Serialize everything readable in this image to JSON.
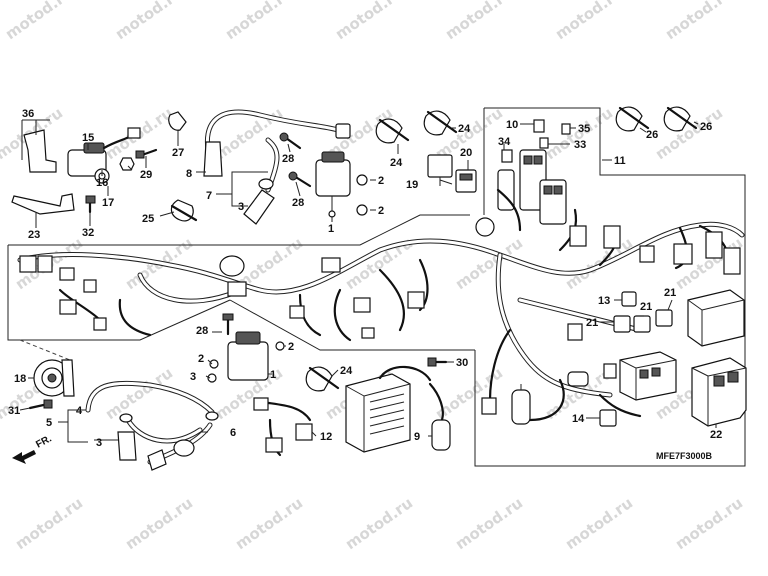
{
  "diagram_code": "MFE7F3000B",
  "direction_label": "FR.",
  "watermark": "motod.ru",
  "callouts": {
    "c1a": "1",
    "c1b": "1",
    "c2a": "2",
    "c2b": "2",
    "c2c": "2",
    "c2d": "2",
    "c3a": "3",
    "c3b": "3",
    "c4": "4",
    "c5": "5",
    "c6": "6",
    "c7": "7",
    "c8": "8",
    "c9": "9",
    "c10": "10",
    "c11": "11",
    "c12": "12",
    "c13": "13",
    "c14": "14",
    "c15": "15",
    "c16": "16",
    "c17": "17",
    "c18": "18",
    "c19": "19",
    "c20": "20",
    "c21a": "21",
    "c21b": "21",
    "c21c": "21",
    "c22": "22",
    "c23": "23",
    "c24a": "24",
    "c24b": "24",
    "c24c": "24",
    "c25": "25",
    "c26a": "26",
    "c26b": "26",
    "c27": "27",
    "c28a": "28",
    "c28b": "28",
    "c28c": "28",
    "c29": "29",
    "c30": "30",
    "c31": "31",
    "c32": "32",
    "c33": "33",
    "c34": "34",
    "c35": "35",
    "c36": "36"
  }
}
